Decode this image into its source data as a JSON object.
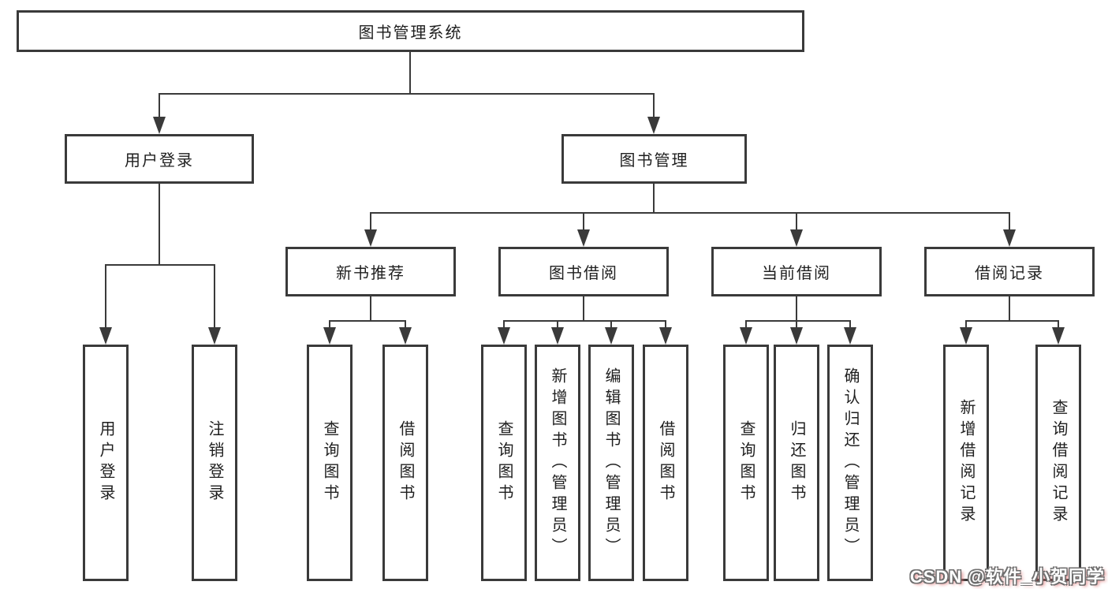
{
  "diagram": {
    "type": "hierarchy-chart",
    "title": "图书管理系统",
    "level2": [
      {
        "label": "用户登录",
        "children": [
          {
            "label": "用户登录"
          },
          {
            "label": "注销登录"
          }
        ]
      },
      {
        "label": "图书管理",
        "children": [
          {
            "label": "新书推荐",
            "children": [
              {
                "label": "查询图书"
              },
              {
                "label": "借阅图书"
              }
            ]
          },
          {
            "label": "图书借阅",
            "children": [
              {
                "label": "查询图书"
              },
              {
                "label": "新增图书（管理员）"
              },
              {
                "label": "编辑图书（管理员）"
              },
              {
                "label": "借阅图书"
              }
            ]
          },
          {
            "label": "当前借阅",
            "children": [
              {
                "label": "查询图书"
              },
              {
                "label": "归还图书"
              },
              {
                "label": "确认归还（管理员）"
              }
            ]
          },
          {
            "label": "借阅记录",
            "children": [
              {
                "label": "新增借阅记录"
              },
              {
                "label": "查询借阅记录"
              }
            ]
          }
        ]
      }
    ]
  },
  "watermark": {
    "text": "CSDN @软件_小贺同学"
  },
  "colors": {
    "line": "#3a3a3a",
    "text": "#1f1f1f",
    "background": "#ffffff",
    "watermark_text": "#ffffff",
    "watermark_outline": "#6e6e6e",
    "watermark_glow": "#de6e6e"
  }
}
